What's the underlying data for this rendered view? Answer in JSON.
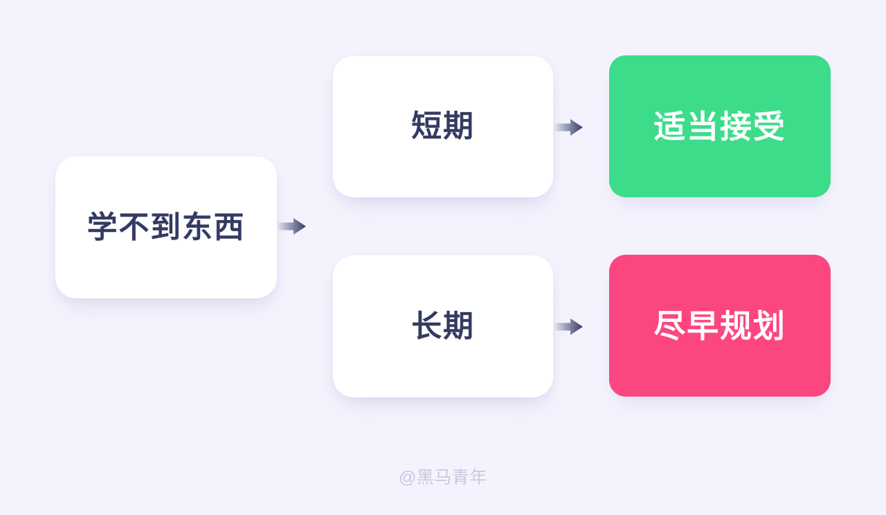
{
  "theme": {
    "background": "#F4F3FD",
    "card_white": "#FFFFFF",
    "text_navy": "#333B63",
    "accent_green": "#3DDC8A",
    "accent_pink": "#FC4680",
    "arrow_gradient_start": "#E9E8F7",
    "arrow_gradient_end": "#333B63",
    "watermark_color": "#C6C9E0"
  },
  "diagram": {
    "type": "flowchart",
    "nodes": {
      "source": {
        "label": "学不到东西"
      },
      "branch_short": {
        "label": "短期"
      },
      "branch_long": {
        "label": "长期"
      },
      "outcome_accept": {
        "label": "适当接受"
      },
      "outcome_plan": {
        "label": "尽早规划"
      }
    },
    "arrows": [
      {
        "name": "arrow-source-branch",
        "from": "source",
        "to": "branch_short,branch_long",
        "direction": "right"
      },
      {
        "name": "arrow-short-accept",
        "from": "branch_short",
        "to": "outcome_accept",
        "direction": "right"
      },
      {
        "name": "arrow-long-plan",
        "from": "branch_long",
        "to": "outcome_plan",
        "direction": "right"
      }
    ]
  },
  "watermark": {
    "text": "@黑马青年"
  }
}
